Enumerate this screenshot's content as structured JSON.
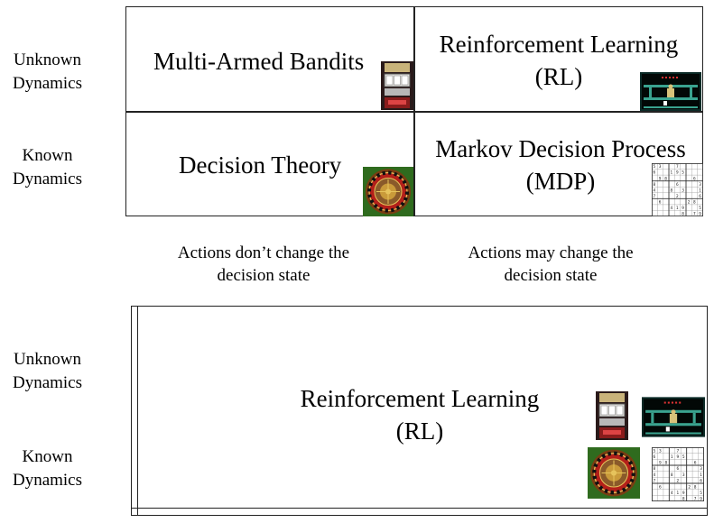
{
  "top_diagram": {
    "row_labels": {
      "unknown": "Unknown\nDynamics",
      "known": "Known\nDynamics"
    },
    "cells": {
      "bandits": "Multi-Armed Bandits",
      "rl_line1": "Reinforcement Learning",
      "rl_line2": "(RL)",
      "decision_theory": "Decision Theory",
      "mdp_line1": "Markov Decision Process",
      "mdp_line2": "(MDP)"
    },
    "captions": {
      "left_line1": "Actions don’t change the",
      "left_line2": "decision state",
      "right_line1": "Actions may change the",
      "right_line2": "decision state"
    }
  },
  "bottom_diagram": {
    "row_labels": {
      "unknown_line1": "Unknown",
      "unknown_line2": "Dynamics",
      "known_line1": "Known",
      "known_line2": "Dynamics"
    },
    "title_line1": "Reinforcement Learning",
    "title_line2": "(RL)"
  },
  "icons": {
    "slot_machine": "slot-machine-icon",
    "arcade_game": "arcade-game-icon",
    "roulette": "roulette-wheel-icon",
    "sudoku": "sudoku-grid-icon"
  },
  "colors": {
    "roulette_felt": "#2f6b1e",
    "roulette_wood": "#7a3d12",
    "roulette_red": "#b3201a",
    "arcade_bg": "#0b2a26",
    "arcade_platform": "#3aa38f"
  }
}
